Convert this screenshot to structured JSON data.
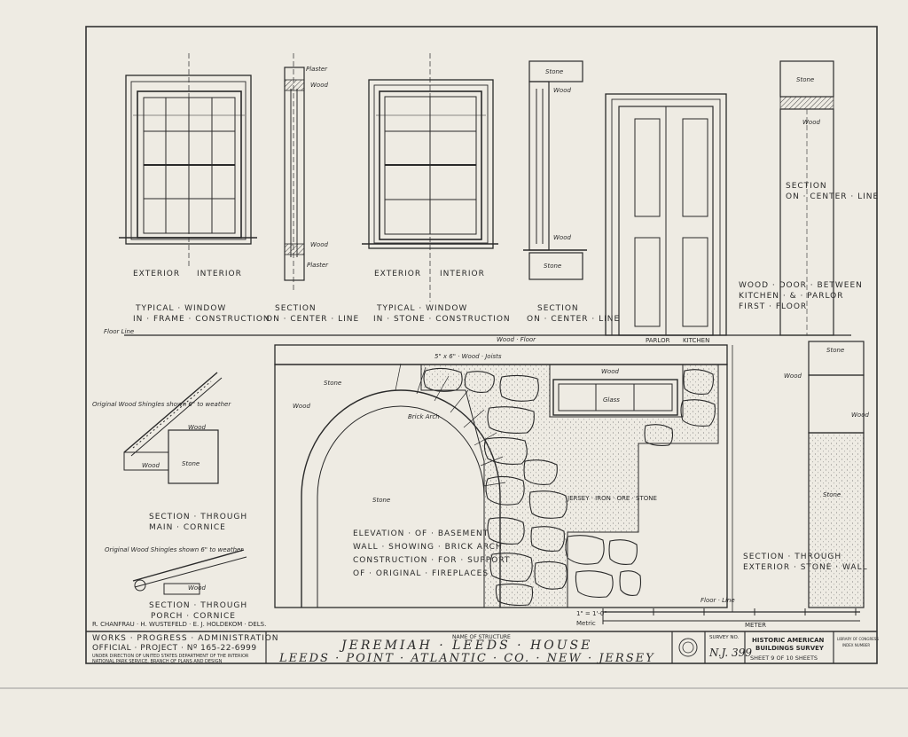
{
  "drawings": {
    "typical_window_frame": {
      "sub_labels": [
        "EXTERIOR",
        "INTERIOR"
      ],
      "title_line1": "TYPICAL · WINDOW",
      "title_line2": "IN · FRAME · CONSTRUCTION"
    },
    "section_frame": {
      "title_line1": "SECTION",
      "title_line2": "ON · CENTER · LINE",
      "notes": [
        "Plaster",
        "Wood",
        "Wood",
        "Plaster"
      ]
    },
    "typical_window_stone": {
      "sub_labels": [
        "EXTERIOR",
        "INTERIOR"
      ],
      "title_line1": "TYPICAL · WINDOW",
      "title_line2": "IN · STONE · CONSTRUCTION"
    },
    "section_stone": {
      "title_line1": "SECTION",
      "title_line2": "ON · CENTER · LINE",
      "notes": [
        "Stone",
        "Wood",
        "Wood",
        "Stone"
      ]
    },
    "door": {
      "title_line1": "WOOD · DOOR · BETWEEN",
      "title_line2": "KITCHEN · & · PARLOR",
      "title_line3": "FIRST · FLOOR",
      "sub_labels": [
        "PARLOR",
        "KITCHEN"
      ]
    },
    "section_door": {
      "title_line1": "SECTION",
      "title_line2": "ON · CENTER · LINE",
      "notes": [
        "Stone",
        "Wood"
      ]
    },
    "floor_line_label": "Floor Line",
    "main_cornice": {
      "title_line1": "SECTION · THROUGH",
      "title_line2": "MAIN · CORNICE",
      "notes": [
        "Original Wood Shingles shown 6\" to weather",
        "Wood",
        "Wood",
        "Stone"
      ]
    },
    "porch_cornice": {
      "title_line1": "SECTION · THROUGH",
      "title_line2": "PORCH · CORNICE",
      "notes": [
        "Original Wood Shingles shown 6\" to weather",
        "Wood"
      ]
    },
    "basement": {
      "notes": [
        "Wood · Floor",
        "5\" x 6\" · Wood · Joists",
        "Wood",
        "Stone",
        "Wood",
        "Glass",
        "Brick Arch",
        "Stone",
        "JERSEY · IRON · ORE · STONE",
        "Floor · Line"
      ],
      "title_lines": [
        "ELEVATION · OF · BASEMENT",
        "WALL · SHOWING · BRICK ARCH",
        "CONSTRUCTION · FOR · SUPPORT",
        "OF · ORIGINAL · FIREPLACES"
      ]
    },
    "stone_wall": {
      "title_line1": "SECTION · THROUGH",
      "title_line2": "EXTERIOR · STONE · WALL",
      "notes": [
        "Stone",
        "Wood",
        "Wood",
        "Stone"
      ]
    },
    "scale": {
      "label1": "1\" = 1'-0\"",
      "label2": "Metric",
      "unit": "METER"
    }
  },
  "title_block": {
    "delineators": "R. CHANFRAU · H. WUSTEFELD · E. J. HOLDEKOM · DELS.",
    "wpa_line1": "WORKS · PROGRESS · ADMINISTRATION",
    "wpa_line2": "OFFICIAL · PROJECT · Nº 165-22-6999",
    "wpa_line3": "UNDER DIRECTION OF UNITED STATES DEPARTMENT OF THE INTERIOR",
    "wpa_line4": "NATIONAL PARK SERVICE, BRANCH OF PLANS AND DESIGN",
    "structure_label": "NAME OF STRUCTURE",
    "structure_name": "JEREMIAH · LEEDS · HOUSE",
    "structure_location": "LEEDS · POINT · ATLANTIC · CO. · NEW · JERSEY",
    "survey_label": "SURVEY NO.",
    "survey_no": "N.J. 399",
    "habs_line1": "HISTORIC AMERICAN",
    "habs_line2": "BUILDINGS SURVEY",
    "sheet_text": "SHEET 9 OF 10 SHEETS",
    "library_line1": "LIBRARY OF CONGRESS",
    "library_line2": "INDEX NUMBER"
  }
}
